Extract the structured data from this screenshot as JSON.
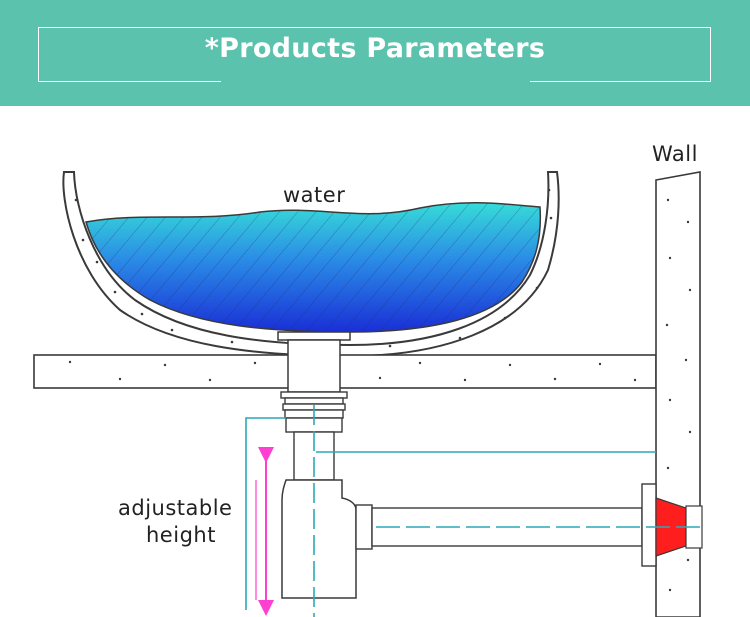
{
  "header": {
    "title": "*Products Parameters",
    "background_color": "#5bc2ad"
  },
  "diagram": {
    "labels": {
      "water": "water",
      "wall": "Wall",
      "adjustable_line1": "adjustable",
      "adjustable_line2": "height"
    },
    "colors": {
      "water_top": "#36dcd8",
      "water_bottom": "#1a2fd6",
      "centerline": "#2aa9b8",
      "arrow": "#ff3fd0",
      "wall_plug": "#ff1e1e",
      "outline": "#3a3a3a"
    }
  }
}
